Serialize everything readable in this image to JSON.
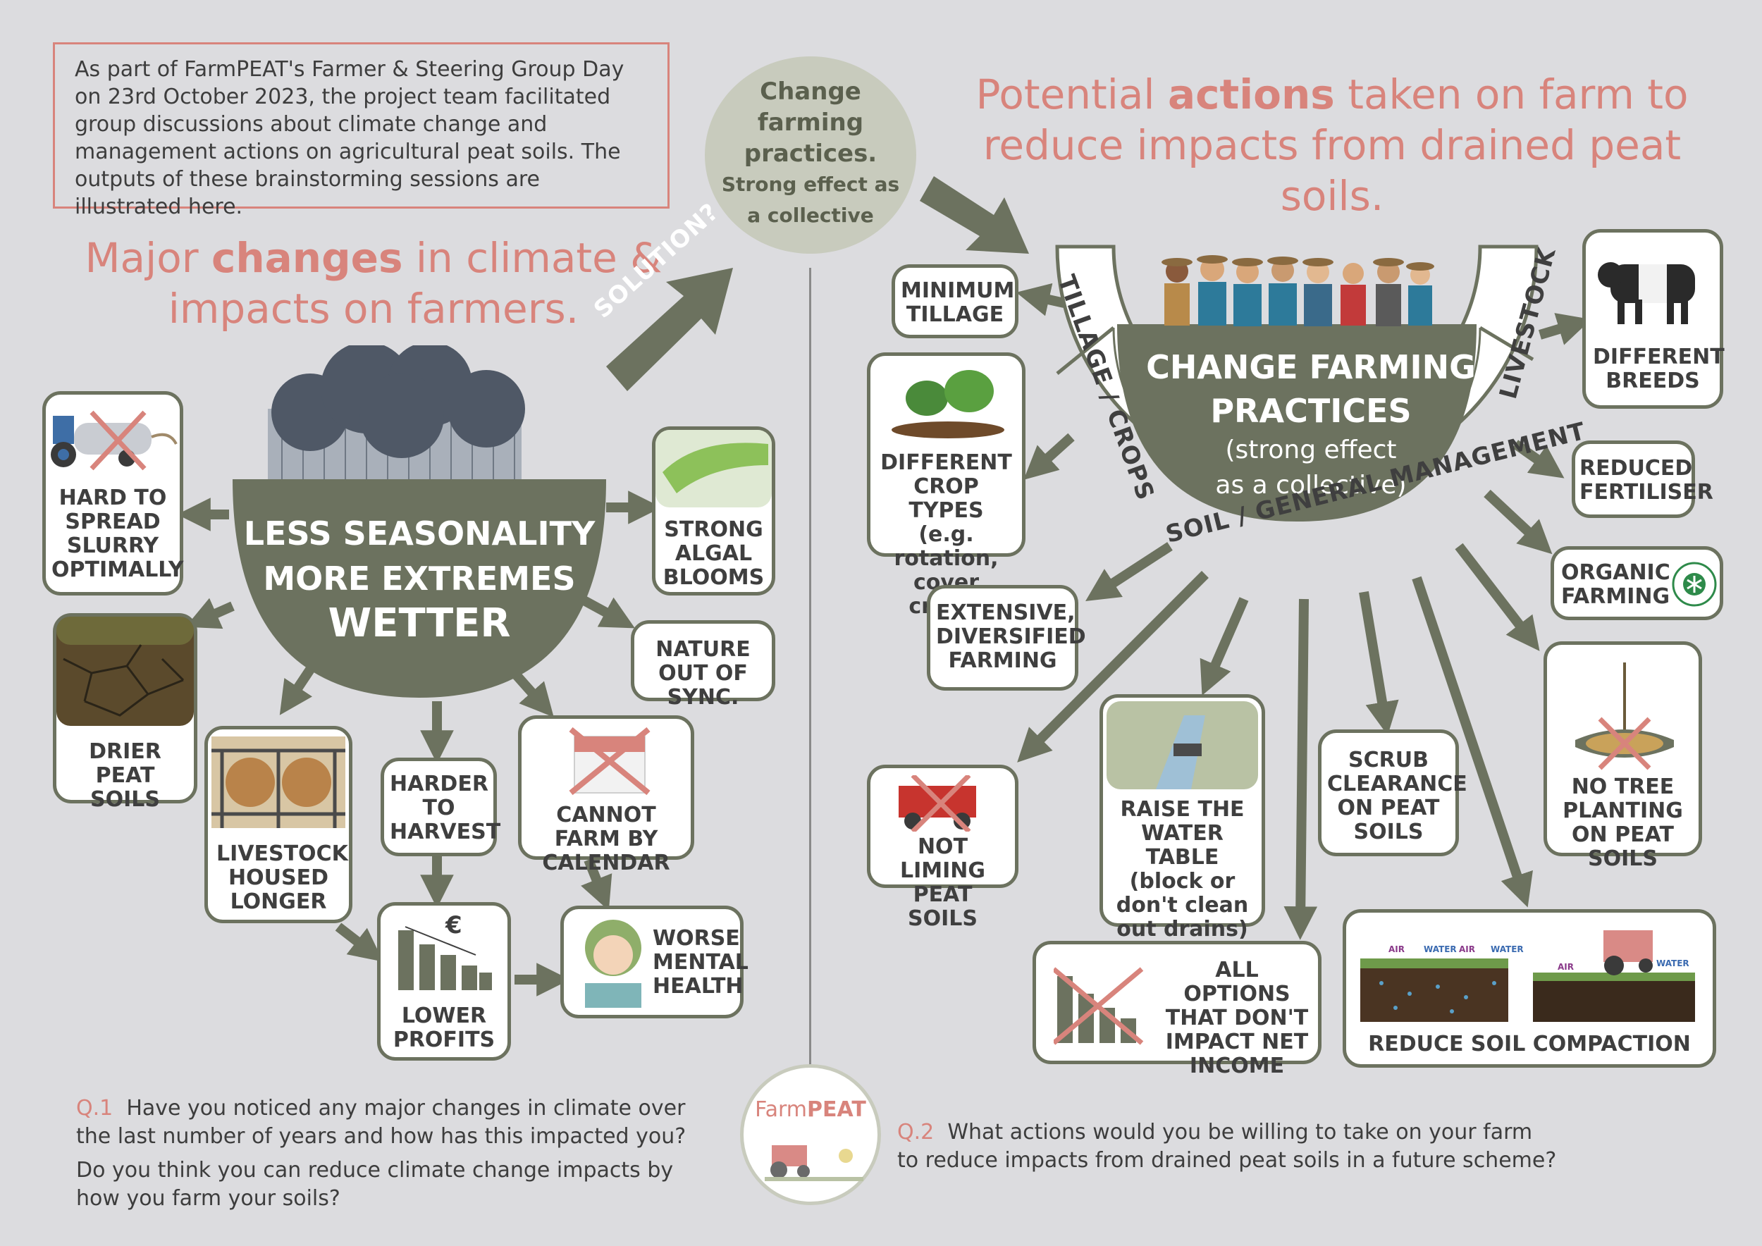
{
  "intro_text": "As part of FarmPEAT's Farmer & Steering Group Day on 23rd October 2023, the project team facilitated group discussions about climate change and management actions on agricultural peat soils. The outputs of these brainstorming sessions are illustrated here.",
  "left_title": {
    "pre": "Major ",
    "bold": "changes",
    "post": " in climate & impacts on farmers."
  },
  "right_title": {
    "pre": "Potential ",
    "bold": "actions",
    "post": " taken on farm to reduce impacts from drained peat soils."
  },
  "bubble": {
    "line1": "Change",
    "line2": "farming",
    "line3": "practices.",
    "line4": "Strong effect as",
    "line5": "a collective"
  },
  "solution_label": "SOLUTION?",
  "left_dome": {
    "line1": "LESS SEASONALITY",
    "line2": "MORE EXTREMES",
    "line3": "WETTER"
  },
  "left_boxes": {
    "slurry": "HARD TO SPREAD SLURRY OPTIMALLY",
    "drier": "DRIER PEAT SOILS",
    "livestock": "LIVESTOCK HOUSED LONGER",
    "harvest": "HARDER TO HARVEST",
    "calendar": "CANNOT FARM BY CALENDAR",
    "algal": "STRONG ALGAL BLOOMS",
    "nature": "NATURE OUT OF SYNC.",
    "profits": "LOWER PROFITS",
    "mental": "WORSE MENTAL HEALTH"
  },
  "right_dome": {
    "line1": "CHANGE FARMING",
    "line2": "PRACTICES",
    "line3": "(strong effect",
    "line4": "as a collective)"
  },
  "arc_labels": {
    "tillage": "TILLAGE / CROPS",
    "soil": "SOIL / GENERAL MANAGEMENT",
    "livestock": "LIVESTOCK"
  },
  "right_boxes": {
    "tillage": "MINIMUM TILLAGE",
    "crops": "DIFFERENT CROP TYPES (e.g. rotation, cover crops)",
    "extensive": "EXTENSIVE, DIVERSIFIED FARMING",
    "liming": "NOT LIMING PEAT SOILS",
    "water": "RAISE THE WATER TABLE (block or don't clean out drains)",
    "scrub": "SCRUB CLEARANCE ON PEAT SOILS",
    "options": "ALL OPTIONS THAT DON'T IMPACT NET INCOME",
    "compaction": "REDUCE SOIL COMPACTION",
    "tree": "NO TREE PLANTING ON PEAT SOILS",
    "organic": "ORGANIC FARMING",
    "fertiliser": "REDUCED FERTILISER",
    "breeds": "DIFFERENT BREEDS"
  },
  "compaction_tags": {
    "air": "AIR",
    "water": "WATER"
  },
  "euro_symbol": "€",
  "logo": {
    "farm": "Farm",
    "peat": "PEAT"
  },
  "q1": {
    "num": "Q.1",
    "line1": "Have you noticed any major changes in climate over",
    "line2": "the last number of years and how has this impacted you?",
    "line3": "Do you think you can reduce climate change impacts by",
    "line4": "how you farm your soils?"
  },
  "q2": {
    "num": "Q.2",
    "line1": "What actions would you be willing to take on your farm",
    "line2": "to reduce impacts from drained peat soils in a future scheme?"
  },
  "colors": {
    "accent": "#d8847c",
    "olive": "#6c725f",
    "background": "#dcdcdf",
    "bubble": "#c8cbbd"
  }
}
